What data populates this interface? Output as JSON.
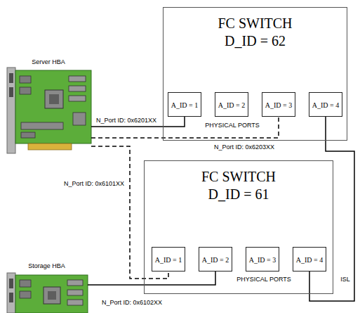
{
  "diagram": {
    "nodes": [
      {
        "text": [
          "FC SWITCH",
          "D_ID = 62",
          "PHYSICAL PORTS"
        ]
      },
      {
        "text": [
          "A_ID = 1"
        ],
        "in": 0
      },
      {
        "text": [
          "A_ID = 2"
        ],
        "in": 0
      },
      {
        "text": [
          "A_ID = 3"
        ],
        "in": 0
      },
      {
        "text": [
          "A_ID = 4"
        ],
        "in": 0
      },
      {
        "text": [
          "Server HBA"
        ]
      },
      {
        "text": [
          "FC SWITCH",
          "D_ID = 61",
          "PHYSICAL PORTS"
        ]
      },
      {
        "text": [
          "A_ID = 1"
        ],
        "in": 6
      },
      {
        "text": [
          "A_ID = 2"
        ],
        "in": 6
      },
      {
        "text": [
          "A_ID = 3"
        ],
        "in": 6
      },
      {
        "text": [
          "A_ID = 4"
        ],
        "in": 6
      },
      {
        "text": [
          "Storage HBA"
        ]
      }
    ],
    "edges": [
      {
        "from": 5,
        "to": 1,
        "arrow": "none",
        "label": "N_Port ID: 0x6201XX"
      },
      {
        "from": 5,
        "to": 3,
        "arrow": "none",
        "label": "N_Port ID: 0x6203XX"
      },
      {
        "from": 5,
        "to": 7,
        "arrow": "none",
        "label": "N_Port ID: 0x6101XX"
      },
      {
        "from": 11,
        "to": 8,
        "arrow": "none",
        "label": "N_Port ID: 0x6102XX"
      },
      {
        "from": 4,
        "to": 10,
        "arrow": "none",
        "label": "ISL"
      }
    ]
  }
}
